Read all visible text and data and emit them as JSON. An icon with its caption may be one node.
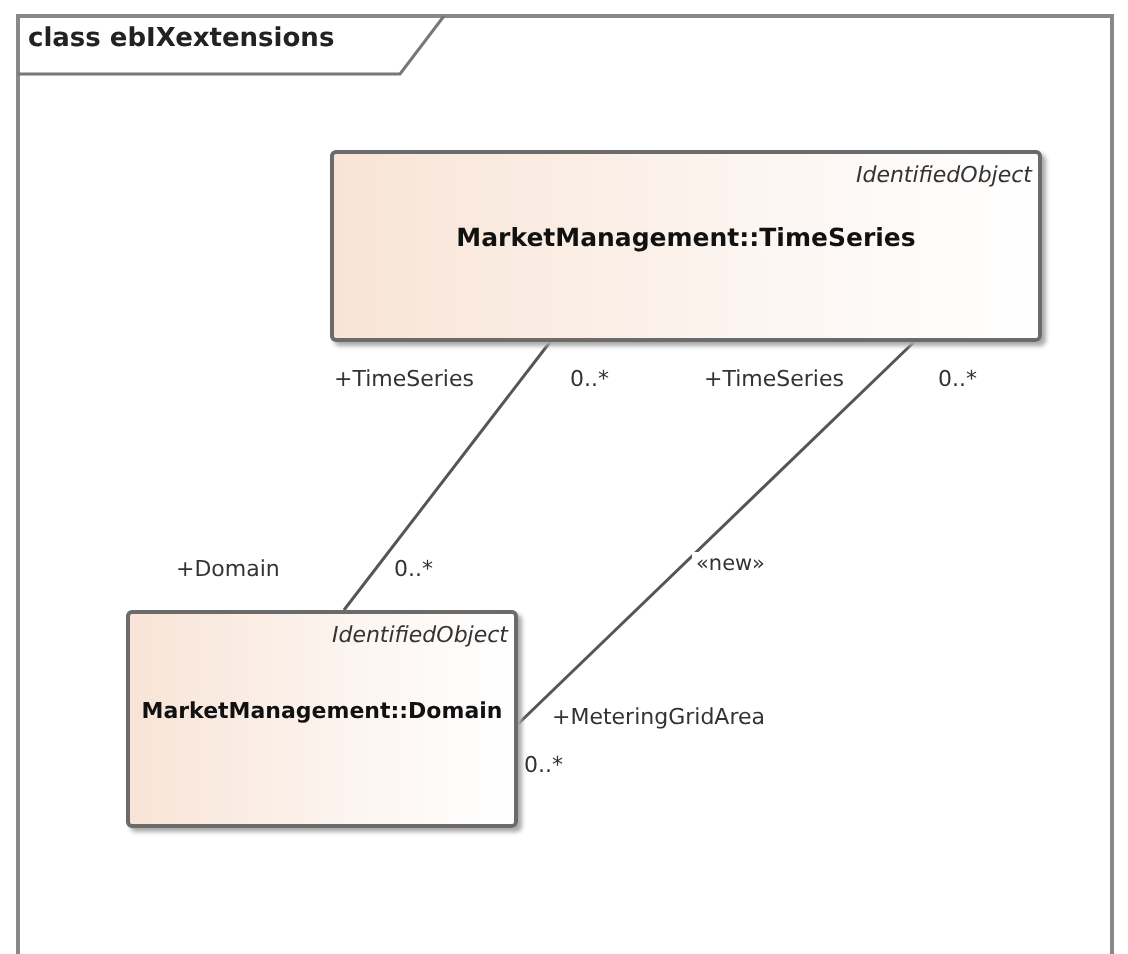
{
  "diagram": {
    "title": "class ebIXextensions",
    "nodes": [
      {
        "text": [
          "IdentifiedObject",
          "MarketManagement::TimeSeries"
        ]
      },
      {
        "text": [
          "IdentifiedObject",
          "MarketManagement::Domain"
        ]
      }
    ],
    "edges": [
      {
        "from": 0,
        "to": 1,
        "arrow": "none"
      },
      {
        "from": 0,
        "to": 1,
        "arrow": "none",
        "label": "«new»"
      }
    ],
    "labels": [
      "+TimeSeries",
      "0..*",
      "+TimeSeries",
      "0..*",
      "+Domain",
      "0..*",
      "+MeteringGridArea",
      "0..*"
    ]
  }
}
